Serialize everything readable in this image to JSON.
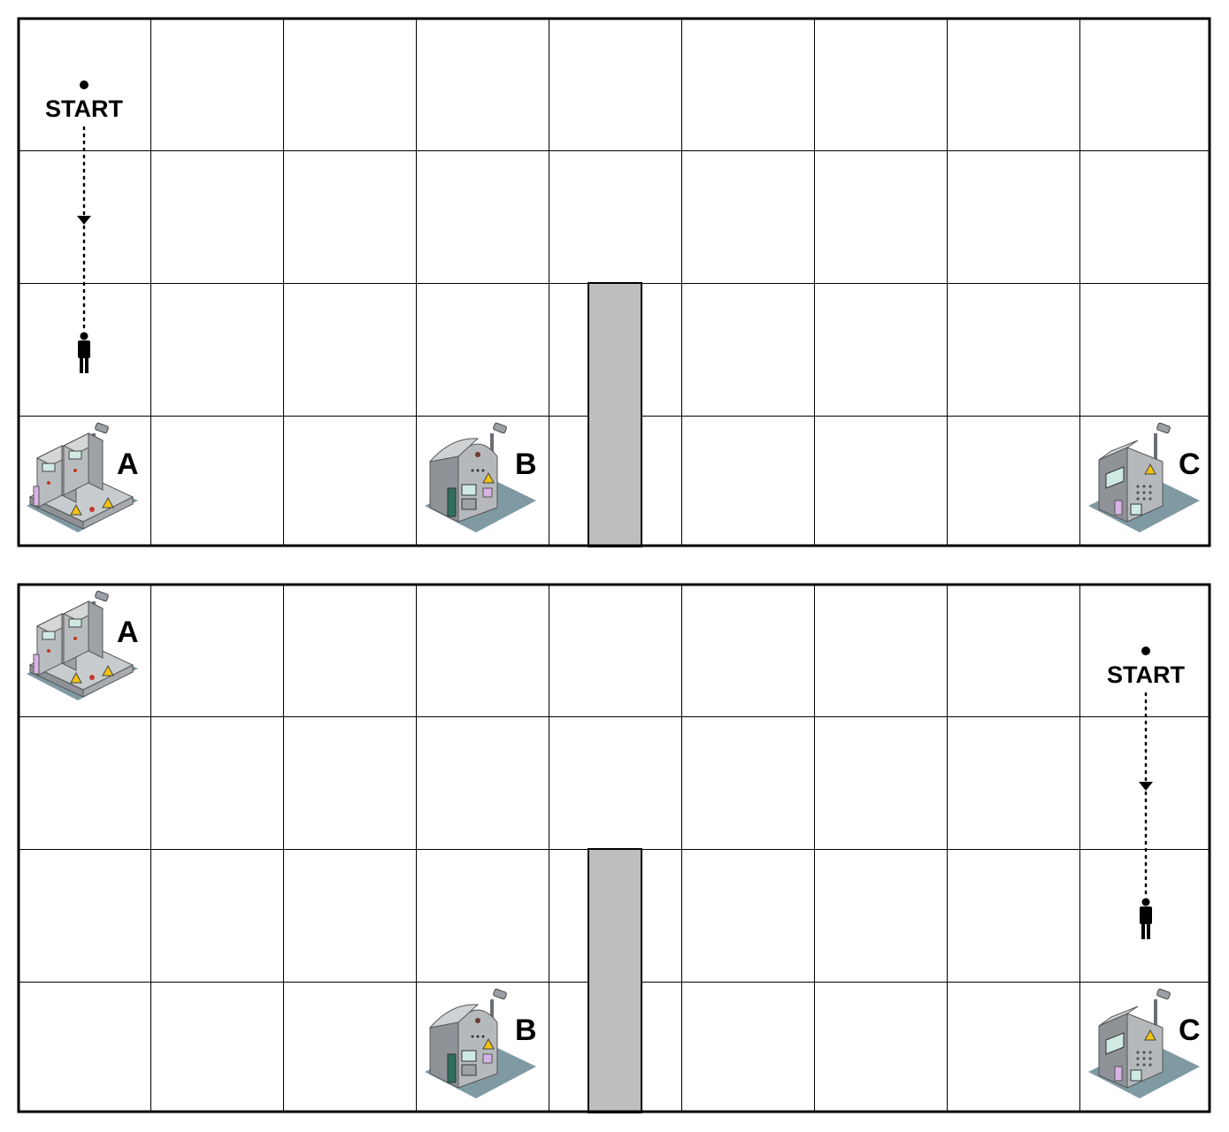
{
  "panels": [
    {
      "start_label": "START",
      "start_cell": [
        0,
        0
      ],
      "person_cell": [
        0,
        2
      ],
      "machines": [
        {
          "label": "A",
          "col": 0,
          "row": 3,
          "icon": "machine-double-cabinet-icon"
        },
        {
          "label": "B",
          "col": 3,
          "row": 3,
          "icon": "machine-dome-icon"
        },
        {
          "label": "C",
          "col": 8,
          "row": 3,
          "icon": "machine-console-icon"
        }
      ]
    },
    {
      "start_label": "START",
      "start_cell": [
        8,
        0
      ],
      "person_cell": [
        8,
        2
      ],
      "machines": [
        {
          "label": "A",
          "col": 0,
          "row": 0,
          "icon": "machine-double-cabinet-icon"
        },
        {
          "label": "B",
          "col": 3,
          "row": 3,
          "icon": "machine-dome-icon"
        },
        {
          "label": "C",
          "col": 8,
          "row": 3,
          "icon": "machine-console-icon"
        }
      ]
    }
  ],
  "grid": {
    "columns": 9,
    "rows": 4
  },
  "wall": {
    "col": 4,
    "rows": [
      2,
      3
    ]
  },
  "colors": {
    "wall": "#bebebe",
    "grid_line": "#000000",
    "floor_shadow": "#7f9aa3",
    "machine_body": "#b4b7ba"
  }
}
